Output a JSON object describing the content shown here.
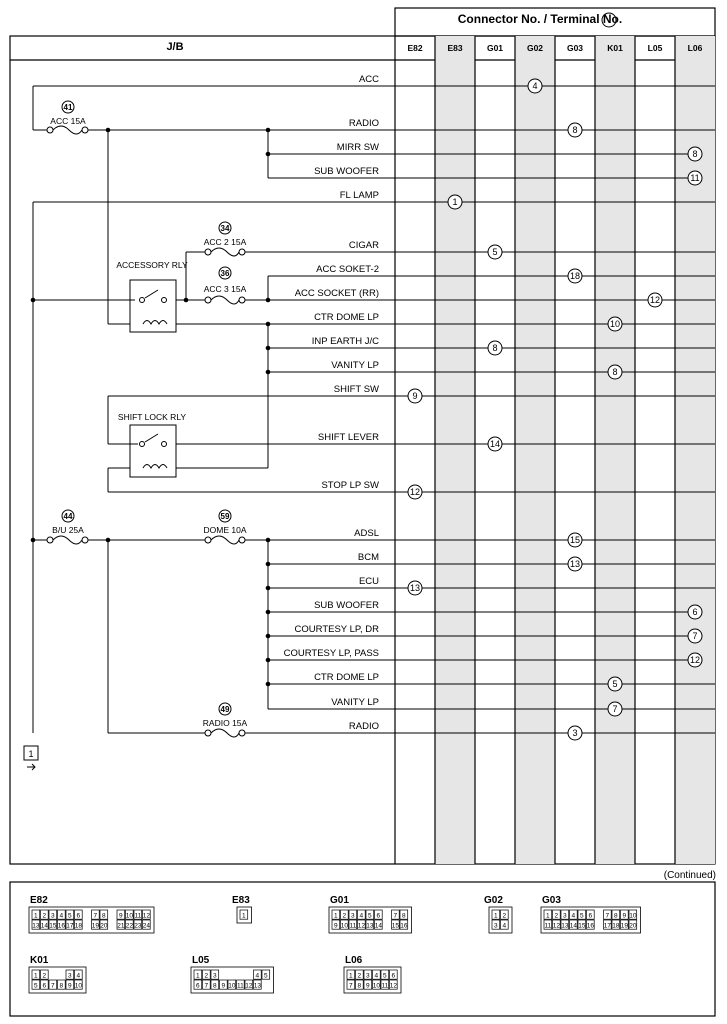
{
  "header": {
    "title": "Connector No. / Terminal No.",
    "jb_label": "J/B",
    "columns": [
      "E82",
      "E83",
      "G01",
      "G02",
      "G03",
      "K01",
      "L05",
      "L06"
    ]
  },
  "fuses": [
    {
      "num": "41",
      "label": "ACC 15A"
    },
    {
      "num": "34",
      "label": "ACC 2 15A"
    },
    {
      "num": "36",
      "label": "ACC 3 15A"
    },
    {
      "num": "44",
      "label": "B/U 25A"
    },
    {
      "num": "59",
      "label": "DOME 10A"
    },
    {
      "num": "49",
      "label": "RADIO 15A"
    }
  ],
  "relays": {
    "accessory": "ACCESSORY RLY",
    "shift_lock": "SHIFT LOCK RLY"
  },
  "circuits": [
    {
      "label": "ACC",
      "col": 3,
      "terminal": "4"
    },
    {
      "label": "RADIO",
      "col": 4,
      "terminal": "8"
    },
    {
      "label": "MIRR SW",
      "col": 7,
      "terminal": "8"
    },
    {
      "label": "SUB WOOFER",
      "col": 7,
      "terminal": "11"
    },
    {
      "label": "FL LAMP",
      "col": 1,
      "terminal": "1"
    },
    {
      "label": "CIGAR",
      "col": 2,
      "terminal": "5"
    },
    {
      "label": "ACC SOKET-2",
      "col": 4,
      "terminal": "18"
    },
    {
      "label": "ACC SOCKET (RR)",
      "col": 6,
      "terminal": "12"
    },
    {
      "label": "CTR DOME LP",
      "col": 5,
      "terminal": "10"
    },
    {
      "label": "INP EARTH J/C",
      "col": 2,
      "terminal": "8"
    },
    {
      "label": "VANITY LP",
      "col": 5,
      "terminal": "8"
    },
    {
      "label": "SHIFT SW",
      "col": 0,
      "terminal": "9"
    },
    {
      "label": "SHIFT LEVER",
      "col": 2,
      "terminal": "14"
    },
    {
      "label": "STOP LP SW",
      "col": 0,
      "terminal": "12"
    },
    {
      "label": "ADSL",
      "col": 4,
      "terminal": "15"
    },
    {
      "label": "BCM",
      "col": 4,
      "terminal": "13"
    },
    {
      "label": "ECU",
      "col": 0,
      "terminal": "13"
    },
    {
      "label": "SUB WOOFER",
      "col": 7,
      "terminal": "6"
    },
    {
      "label": "COURTESY LP, DR",
      "col": 7,
      "terminal": "7"
    },
    {
      "label": "COURTESY LP, PASS",
      "col": 7,
      "terminal": "12"
    },
    {
      "label": "CTR DOME LP",
      "col": 5,
      "terminal": "5"
    },
    {
      "label": "VANITY LP",
      "col": 5,
      "terminal": "7"
    },
    {
      "label": "RADIO",
      "col": 4,
      "terminal": "3"
    }
  ],
  "ref_marker": "1",
  "continued": "(Continued)",
  "connectors": [
    {
      "id": "E82",
      "rows": [
        [
          "1",
          "2",
          "3",
          "4",
          "5",
          "6",
          "",
          "7",
          "8",
          "",
          "9",
          "10",
          "11",
          "12"
        ],
        [
          "13",
          "14",
          "15",
          "16",
          "17",
          "18",
          "",
          "19",
          "20",
          "",
          "21",
          "22",
          "23",
          "24"
        ]
      ]
    },
    {
      "id": "E83",
      "rows": [
        [
          "1"
        ]
      ]
    },
    {
      "id": "G01",
      "rows": [
        [
          "1",
          "2",
          "3",
          "4",
          "5",
          "6",
          "",
          "7",
          "8"
        ],
        [
          "9",
          "10",
          "11",
          "12",
          "13",
          "14",
          "",
          "15",
          "16"
        ]
      ]
    },
    {
      "id": "G02",
      "rows": [
        [
          "1",
          "2"
        ],
        [
          "3",
          "4"
        ]
      ]
    },
    {
      "id": "G03",
      "rows": [
        [
          "1",
          "2",
          "3",
          "4",
          "5",
          "6",
          "",
          "7",
          "8",
          "9",
          "10"
        ],
        [
          "11",
          "12",
          "13",
          "14",
          "15",
          "16",
          "",
          "17",
          "18",
          "19",
          "20"
        ]
      ]
    },
    {
      "id": "K01",
      "rows": [
        [
          "1",
          "2",
          "",
          "",
          "3",
          "4"
        ],
        [
          "5",
          "6",
          "7",
          "8",
          "9",
          "10"
        ]
      ]
    },
    {
      "id": "L05",
      "rows": [
        [
          "1",
          "2",
          "3",
          "",
          "",
          "",
          "",
          "4",
          "5"
        ],
        [
          "6",
          "7",
          "8",
          "9",
          "10",
          "11",
          "12",
          "13"
        ]
      ]
    },
    {
      "id": "L06",
      "rows": [
        [
          "1",
          "2",
          "3",
          "4",
          "5",
          "6"
        ],
        [
          "7",
          "8",
          "9",
          "10",
          "11",
          "12"
        ]
      ]
    }
  ]
}
